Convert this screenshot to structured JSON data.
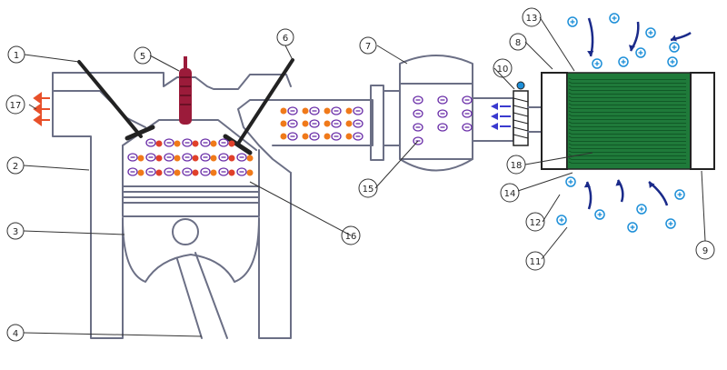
{
  "labels": [
    {
      "id": "1",
      "text": "1"
    },
    {
      "id": "2",
      "text": "2"
    },
    {
      "id": "3",
      "text": "3"
    },
    {
      "id": "4",
      "text": "4"
    },
    {
      "id": "5",
      "text": "5"
    },
    {
      "id": "6",
      "text": "6"
    },
    {
      "id": "7",
      "text": "7"
    },
    {
      "id": "8",
      "text": "8"
    },
    {
      "id": "9",
      "text": "9"
    },
    {
      "id": "10",
      "text": "10"
    },
    {
      "id": "11",
      "text": "11"
    },
    {
      "id": "12",
      "text": "12"
    },
    {
      "id": "13",
      "text": "13"
    },
    {
      "id": "14",
      "text": "14"
    },
    {
      "id": "15",
      "text": "15"
    },
    {
      "id": "16",
      "text": "16"
    },
    {
      "id": "17",
      "text": "17"
    },
    {
      "id": "18",
      "text": "18"
    }
  ],
  "colors": {
    "outline": "#6b6f85",
    "valve": "#222222",
    "spark_plug": "#9b1b3a",
    "ion_negative": "#6a2ea8",
    "ion_positive": "#1d8fd8",
    "particle_orange": "#f07a1a",
    "particle_red": "#e0402a",
    "membrane": "#1f7a3a",
    "airflow_arrow": "#1a2a8a",
    "exhaust_arrow": "#e8502a"
  },
  "icons": [
    "negative-ion-icon",
    "positive-ion-icon",
    "spark-plug-icon",
    "airflow-arrow-icon"
  ]
}
